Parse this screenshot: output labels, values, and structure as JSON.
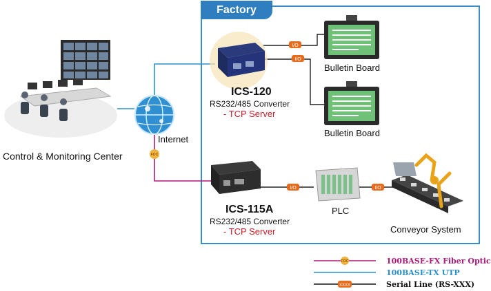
{
  "factory": {
    "title": "Factory"
  },
  "control_center": {
    "label": "Control & Monitoring Center"
  },
  "internet": {
    "label": "Internet"
  },
  "ics120": {
    "model": "ICS-120",
    "description": "RS232/485 Converter",
    "role": "- TCP Server"
  },
  "ics115a": {
    "model": "ICS-115A",
    "description": "RS232/485 Converter",
    "role": "- TCP Server"
  },
  "bulletin_top": {
    "label": "Bulletin Board"
  },
  "bulletin_bottom": {
    "label": "Bulletin Board"
  },
  "plc": {
    "label": "PLC"
  },
  "conveyor": {
    "label": "Conveyor System"
  },
  "connectors": {
    "io": "I/O",
    "fiber": "FOC",
    "serial": "XXXX"
  },
  "legend": {
    "fiber": {
      "label": "100BASE-FX Fiber Optic",
      "color": "#b0187a"
    },
    "utp": {
      "label": "100BASE-TX UTP",
      "color": "#2b8fc9"
    },
    "serial": {
      "label": "Serial Line (RS-XXX)",
      "color": "#111111"
    }
  }
}
